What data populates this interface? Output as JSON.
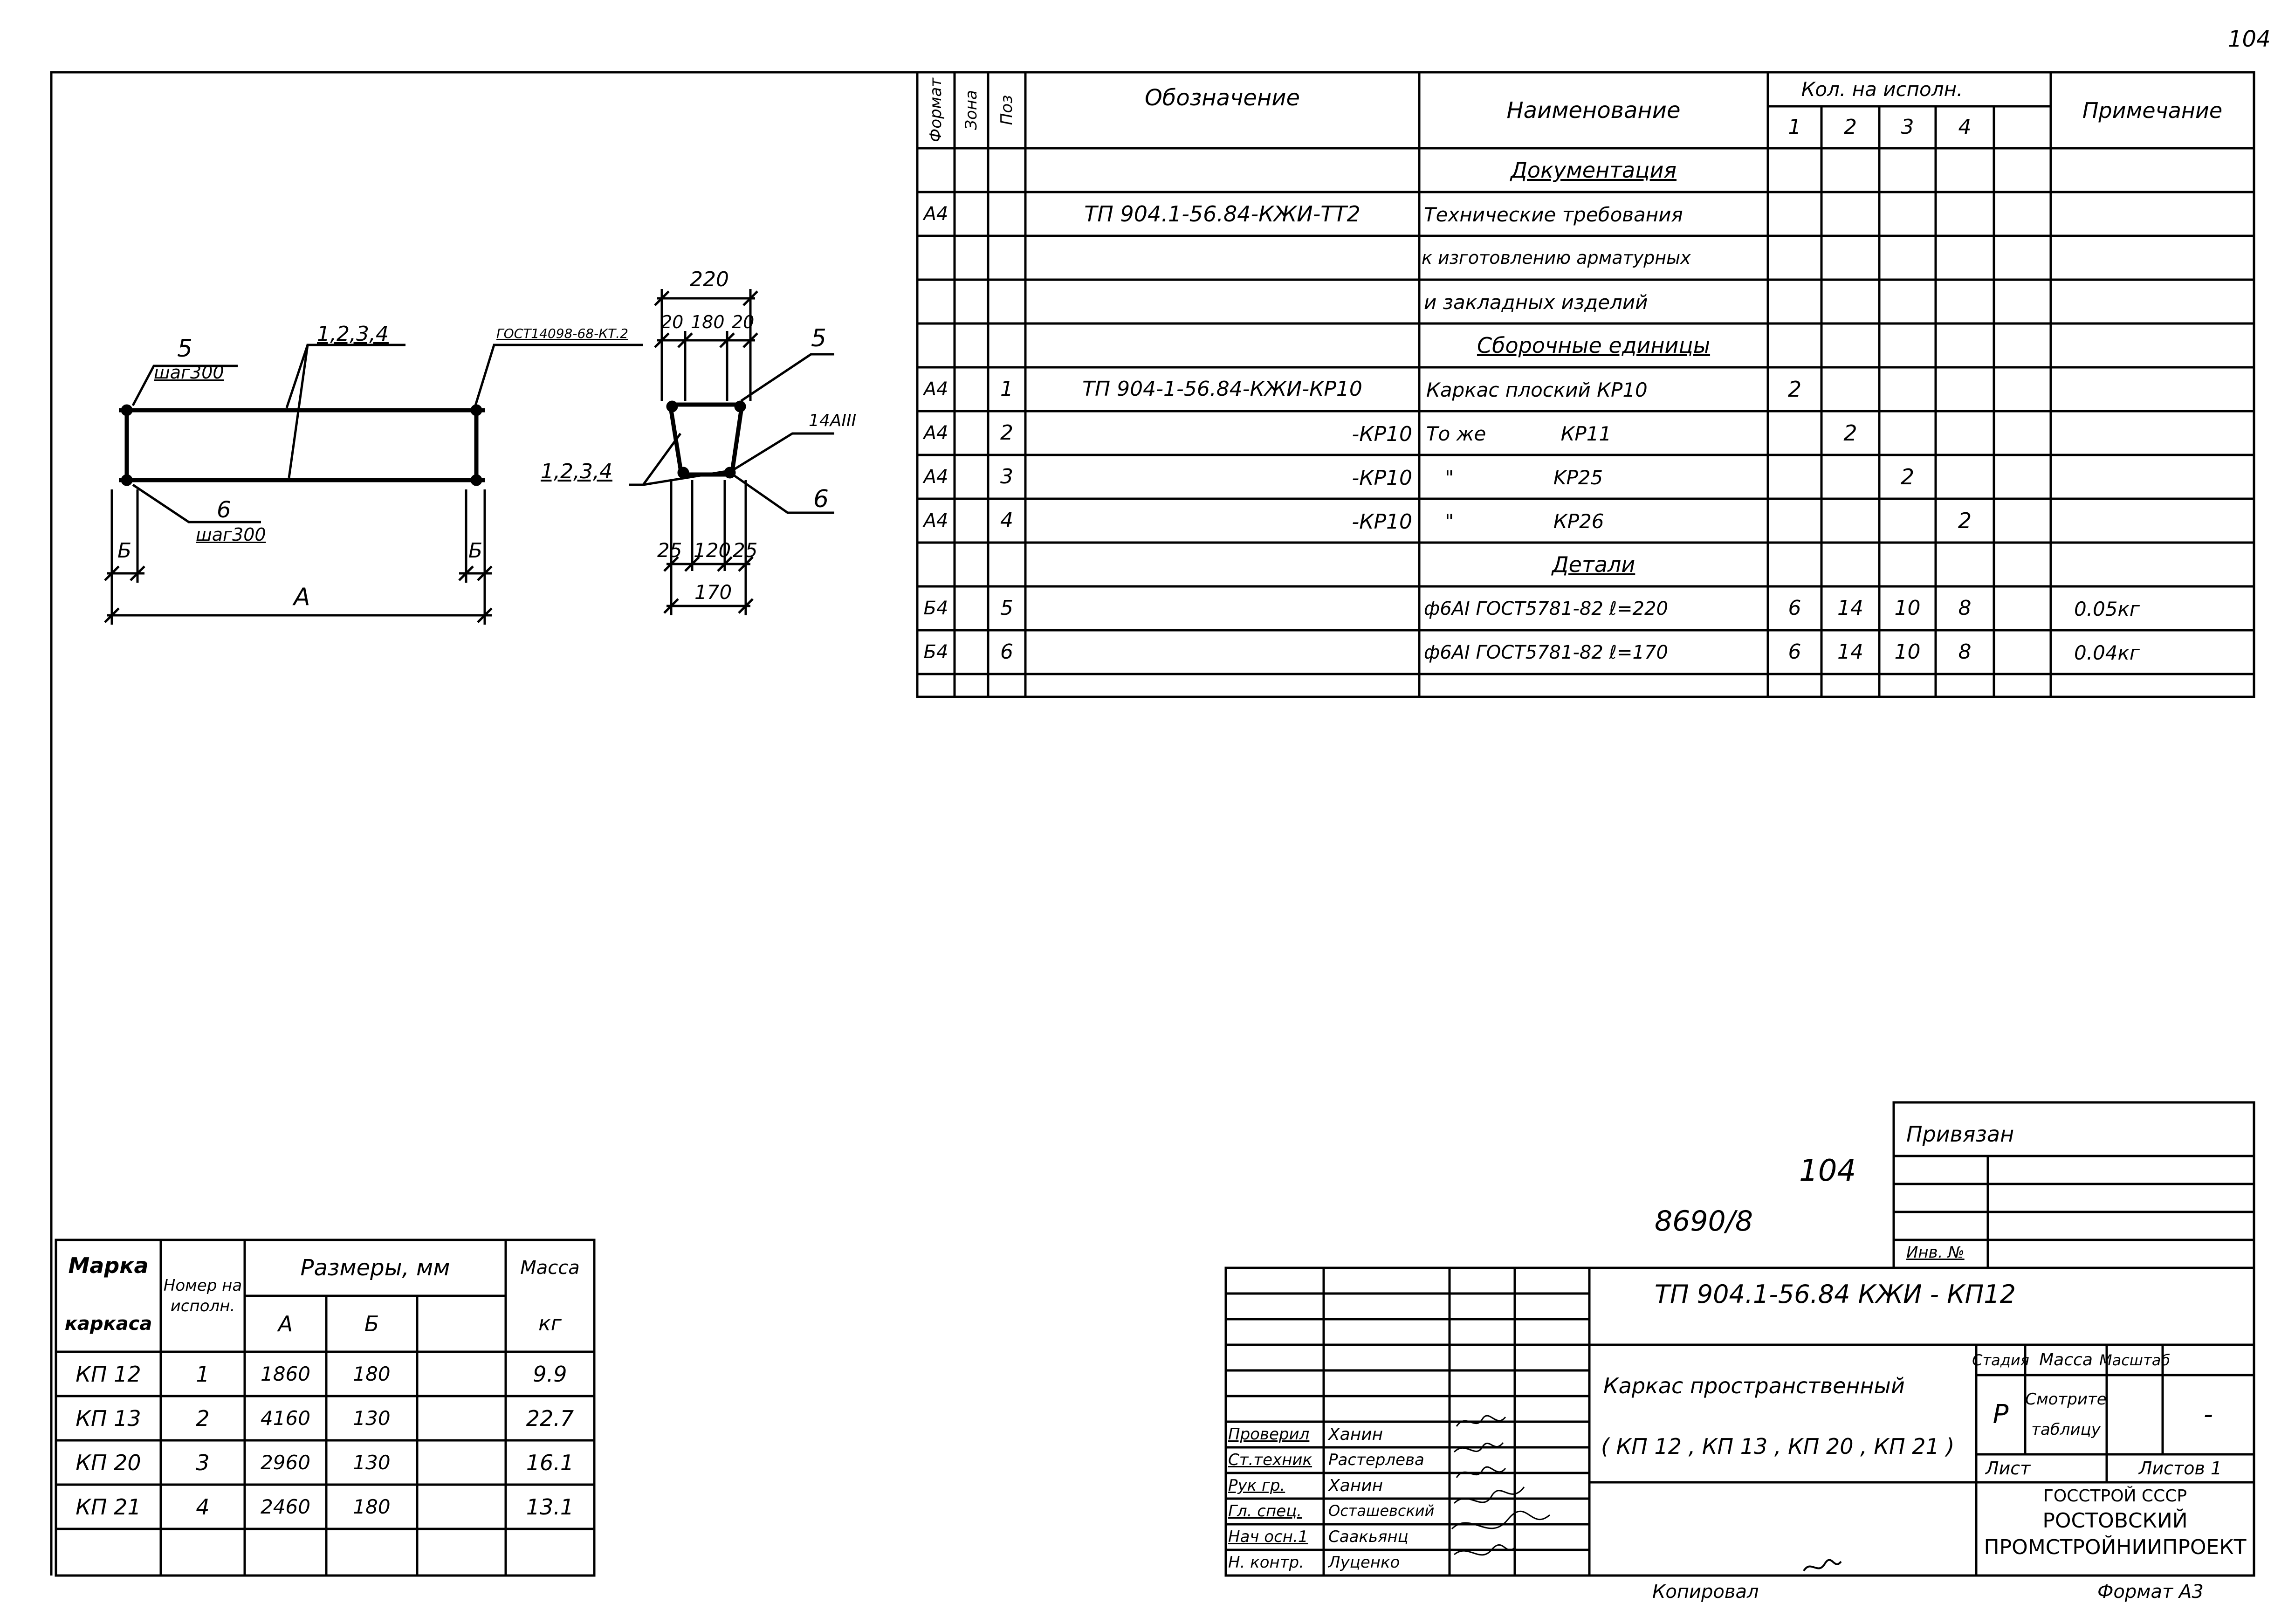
{
  "page_number": "104",
  "spec_table": {
    "headers": {
      "format": "Формат",
      "zone": "Зона",
      "pos": "Поз",
      "designation": "Обозначение",
      "name": "Наименование",
      "qty": "Кол. на исполн.",
      "qty_cols": [
        "1",
        "2",
        "3",
        "4"
      ],
      "note": "Примечание"
    },
    "rows": [
      {
        "format": "",
        "pos": "",
        "designation": "",
        "name": "Документация",
        "heading": true,
        "q": [
          "",
          "",
          "",
          ""
        ],
        "note": ""
      },
      {
        "format": "А4",
        "pos": "",
        "designation": "ТП 904.1-56.84-КЖИ-ТТ2",
        "name": "Технические требования",
        "heading": false,
        "q": [
          "",
          "",
          "",
          ""
        ],
        "note": ""
      },
      {
        "format": "",
        "pos": "",
        "designation": "",
        "name": "к изготовлению арматурных",
        "heading": false,
        "q": [
          "",
          "",
          "",
          ""
        ],
        "note": ""
      },
      {
        "format": "",
        "pos": "",
        "designation": "",
        "name": "и закладных изделий",
        "heading": false,
        "q": [
          "",
          "",
          "",
          ""
        ],
        "note": ""
      },
      {
        "format": "",
        "pos": "",
        "designation": "",
        "name": "Сборочные единицы",
        "heading": true,
        "q": [
          "",
          "",
          "",
          ""
        ],
        "note": ""
      },
      {
        "format": "А4",
        "pos": "1",
        "designation": "ТП 904-1-56.84-КЖИ-КР10",
        "name": "Каркас плоский КР10",
        "heading": false,
        "q": [
          "2",
          "",
          "",
          ""
        ],
        "note": ""
      },
      {
        "format": "А4",
        "pos": "2",
        "designation": "-КР10",
        "name": "То же            КР11",
        "heading": false,
        "q": [
          "",
          "2",
          "",
          ""
        ],
        "note": ""
      },
      {
        "format": "А4",
        "pos": "3",
        "designation": "-КР10",
        "name": "\"                KР25",
        "heading": false,
        "q": [
          "",
          "",
          "2",
          ""
        ],
        "note": ""
      },
      {
        "format": "А4",
        "pos": "4",
        "designation": "-КР10",
        "name": "\"                КР26",
        "heading": false,
        "q": [
          "",
          "",
          "",
          "2"
        ],
        "note": ""
      },
      {
        "format": "",
        "pos": "",
        "designation": "",
        "name": "Детали",
        "heading": true,
        "q": [
          "",
          "",
          "",
          ""
        ],
        "note": ""
      },
      {
        "format": "Б4",
        "pos": "5",
        "designation": "",
        "name": "ф6АI ГОСТ5781-82 ℓ=220",
        "heading": false,
        "q": [
          "6",
          "14",
          "10",
          "8"
        ],
        "note": "0.05кг"
      },
      {
        "format": "Б4",
        "pos": "6",
        "designation": "",
        "name": "ф6АI ГОСТ5781-82 ℓ=170",
        "heading": false,
        "q": [
          "6",
          "14",
          "10",
          "8"
        ],
        "note": "0.04кг"
      }
    ]
  },
  "drawing_left": {
    "top_bar_label": "5",
    "top_step": "шаг300",
    "marks": "1,2,3,4",
    "gost_note": "ГОСТ14098-68-КТ.2",
    "bottom_bar_label": "6",
    "bottom_step": "шаг300",
    "dim_b_left": "Б",
    "dim_b_right": "Б",
    "dim_a": "А"
  },
  "drawing_section": {
    "dim_top_total": "220",
    "dim_top_parts": [
      "20",
      "180",
      "20"
    ],
    "label_5": "5",
    "label_rebar": "14АIII",
    "marks": "1,2,3,4",
    "label_6": "6",
    "dim_bot_parts": [
      "25",
      "120",
      "25"
    ],
    "dim_bot_total": "170"
  },
  "dims_table": {
    "headers": {
      "mark": "Марка",
      "mark2": "каркаса",
      "version": "Номер на исполн.",
      "sizes": "Размеры, мм",
      "a": "А",
      "b": "Б",
      "mass": "Масса",
      "mass_unit": "кг"
    },
    "rows": [
      {
        "mark": "КП 12",
        "version": "1",
        "a": "1860",
        "b": "180",
        "mass": "9.9"
      },
      {
        "mark": "КП 13",
        "version": "2",
        "a": "4160",
        "b": "130",
        "mass": "22.7"
      },
      {
        "mark": "КП 20",
        "version": "3",
        "a": "2960",
        "b": "130",
        "mass": "16.1"
      },
      {
        "mark": "КП 21",
        "version": "4",
        "a": "2460",
        "b": "180",
        "mass": "13.1"
      }
    ]
  },
  "privyazan": {
    "title": "Привязан",
    "inv_label": "Инв. №"
  },
  "handwritten": {
    "sheet_ref": "104",
    "inv_number": "8690/8"
  },
  "title_block": {
    "doc_code": "ТП 904.1-56.84 КЖИ - КП12",
    "name_line1": "Каркас пространственный",
    "name_line2": "( КП 12 , КП 13 , КП 20 , КП 21 )",
    "stage_label": "Стадия",
    "mass_label": "Масса",
    "scale_label": "Масштаб",
    "stage_value": "Р",
    "mass_value": "Смотрите таблицу",
    "scale_value": "-",
    "sheet_label": "Лист",
    "sheets_label": "Листов 1",
    "org_line1": "ГОССТРОЙ СССР",
    "org_line2": "РОСТОВСКИЙ",
    "org_line3": "ПРОМСТРОЙНИИПРОЕКТ",
    "signers": [
      {
        "role": "Проверил",
        "name": "Ханин"
      },
      {
        "role": "Ст.техник",
        "name": "Растерлева"
      },
      {
        "role": "Рук гр.",
        "name": "Ханин"
      },
      {
        "role": "Гл. спец.",
        "name": "Осташевский"
      },
      {
        "role": "Нач осн.1",
        "name": "Саакьянц"
      },
      {
        "role": "Н. контр.",
        "name": "Луценко"
      }
    ]
  },
  "footer": {
    "copied": "Копировал",
    "format": "Формат А3"
  }
}
